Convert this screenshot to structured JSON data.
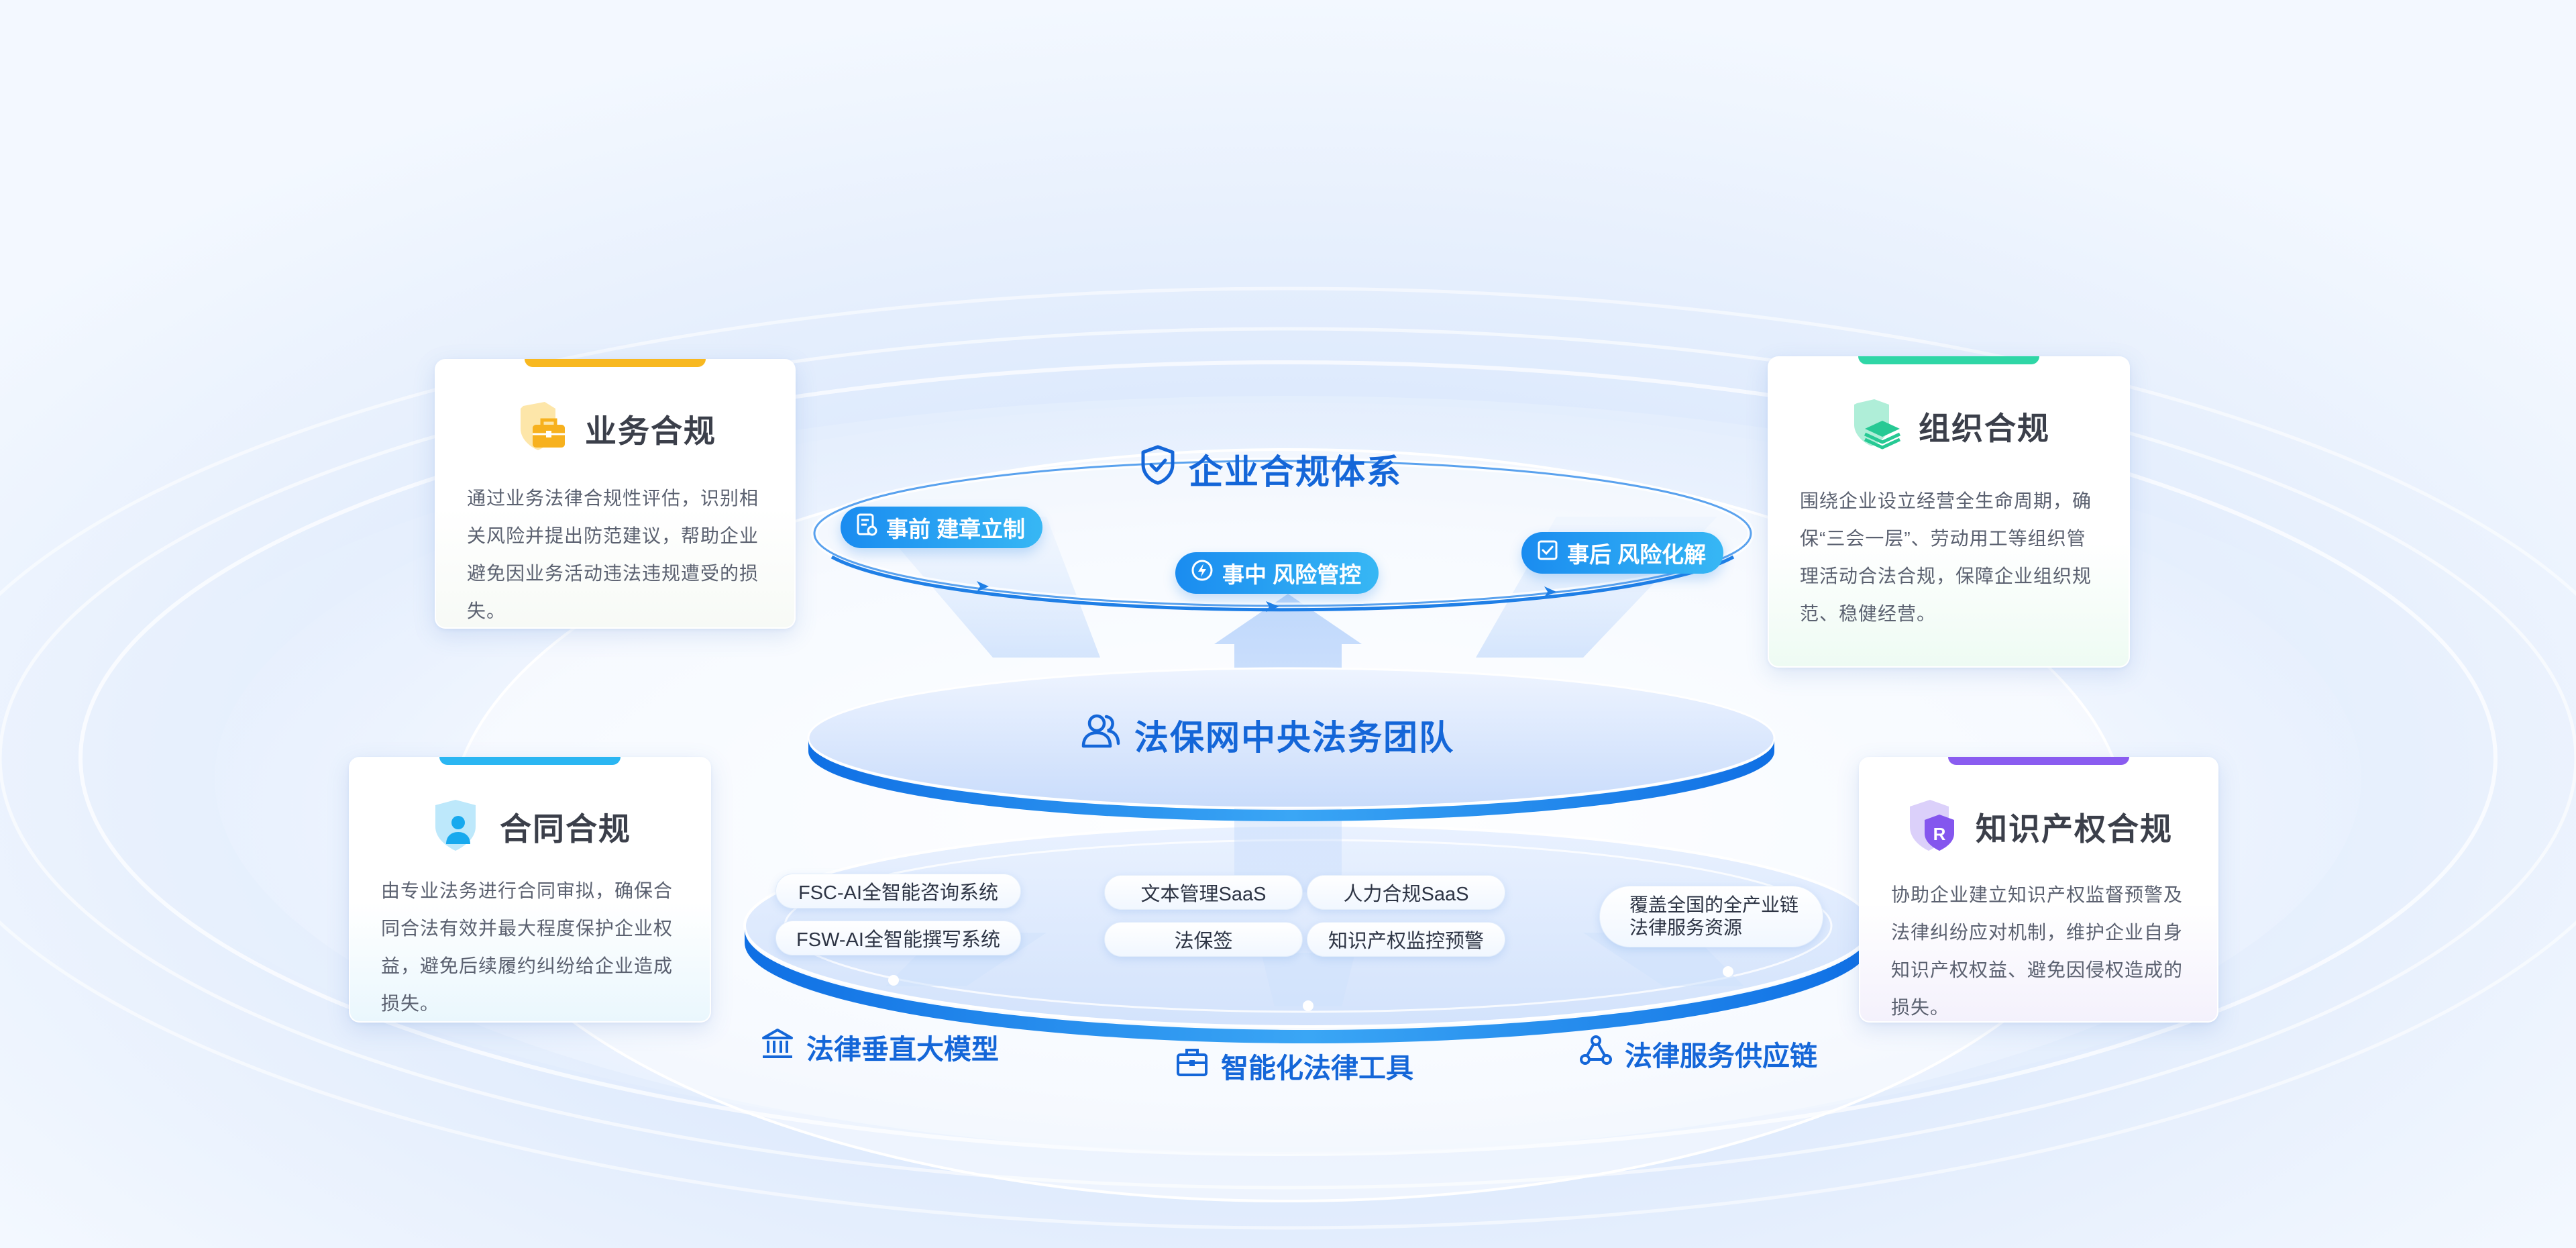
{
  "system": {
    "title": "企业合规体系",
    "stages": [
      {
        "label": "事前 建章立制"
      },
      {
        "label": "事中 风险管控"
      },
      {
        "label": "事后 风险化解"
      }
    ]
  },
  "team": {
    "title": "法保网中央法务团队"
  },
  "platform": {
    "ai_chips": [
      "FSC-AI全智能咨询系统",
      "FSW-AI全智能撰写系统"
    ],
    "tool_chips": [
      "文本管理SaaS",
      "人力合规SaaS",
      "法保签",
      "知识产权监控预警"
    ],
    "supply_chip": [
      "覆盖全国的全产业链",
      "法律服务资源"
    ],
    "labels": {
      "model": "法律垂直大模型",
      "tools": "智能化法律工具",
      "supply": "法律服务供应链"
    }
  },
  "cards": {
    "business": {
      "title": "业务合规",
      "desc": "通过业务法律合规性评估，识别相关风险并提出防范建议，帮助企业避免因业务活动违法违规遭受的损失。",
      "accent": "#f8b820",
      "icon": "briefcase-icon"
    },
    "org": {
      "title": "组织合规",
      "desc": "围绕企业设立经营全生命周期，确保“三会一层”、劳动用工等组织管理活动合法合规，保障企业组织规范、稳健经营。",
      "accent": "#2fd6a6",
      "icon": "layers-shield-icon"
    },
    "contract": {
      "title": "合同合规",
      "desc": "由专业法务进行合同审拟，确保合同合法有效并最大程度保护企业权益，避免后续履约纠纷给企业造成损失。",
      "accent": "#2bb6f2",
      "icon": "person-shield-icon"
    },
    "ip": {
      "title": "知识产权合规",
      "desc": "协助企业建立知识产权监督预警及法律纠纷应对机制，维护企业自身知识产权权益、避免因侵权造成的损失。",
      "accent": "#8a5cf0",
      "icon": "registered-shield-icon"
    }
  },
  "colors": {
    "primary": "#1466d8",
    "pill_start": "#1a8cf0",
    "pill_end": "#37b7f4",
    "ring": "#1f7fe6"
  }
}
